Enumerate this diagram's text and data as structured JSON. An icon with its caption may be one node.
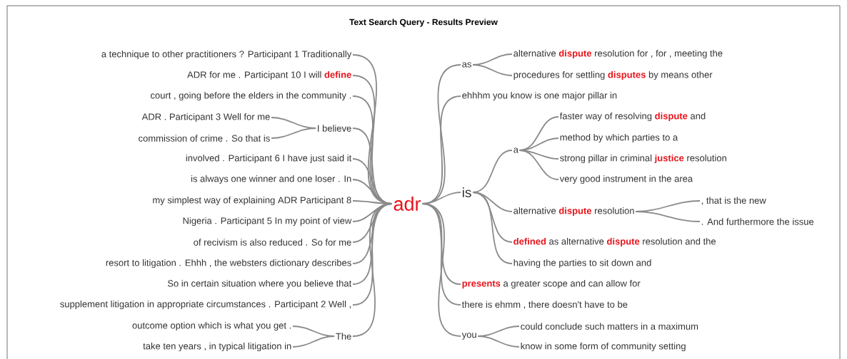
{
  "diagram": {
    "title": "Text Search Query - Results Preview",
    "nodes": [
      {
        "text": [
          "a technique to other practitioners ? Participant 1 Traditionally"
        ]
      },
      {
        "text": [
          "ADR for me . Participant 10 I will **define**"
        ]
      },
      {
        "text": [
          "court , going before the elders in the community ."
        ]
      },
      {
        "text": [
          "ADR . Participant 3 Well for me"
        ]
      },
      {
        "text": [
          "commission of crime . So that is"
        ]
      },
      {
        "text": [
          "I believe"
        ]
      },
      {
        "text": [
          "involved . Participant 6 I have just said it"
        ]
      },
      {
        "text": [
          "is always one winner and one loser . In"
        ]
      },
      {
        "text": [
          "my simplest way of explaining ADR Participant 8"
        ]
      },
      {
        "text": [
          "Nigeria . Participant 5 In my point of view"
        ]
      },
      {
        "text": [
          "of recivism is also reduced . So for me"
        ]
      },
      {
        "text": [
          "resort to litigation . Ehhh , the websters dictionary describes"
        ]
      },
      {
        "text": [
          "So in certain situation where you believe that"
        ]
      },
      {
        "text": [
          "supplement litigation in appropriate circumstances . Participant 2 Well ,"
        ]
      },
      {
        "text": [
          "outcome option which is what you get ."
        ]
      },
      {
        "text": [
          "take ten years , in typical litigation in"
        ]
      },
      {
        "text": [
          "The"
        ]
      },
      {
        "text": [
          "adr"
        ]
      },
      {
        "text": [
          "as"
        ]
      },
      {
        "text": [
          "alternative **dispute** resolution for , for , meeting the"
        ]
      },
      {
        "text": [
          "procedures for settling **disputes** by means other"
        ]
      },
      {
        "text": [
          "ehhhm you know is one major pillar in"
        ]
      },
      {
        "text": [
          "is"
        ]
      },
      {
        "text": [
          "a"
        ]
      },
      {
        "text": [
          "faster way of resolving **dispute** and"
        ]
      },
      {
        "text": [
          "method by which parties to a"
        ]
      },
      {
        "text": [
          "strong pillar in criminal **justice** resolution"
        ]
      },
      {
        "text": [
          "very good instrument in the area"
        ]
      },
      {
        "text": [
          "alternative **dispute** resolution"
        ]
      },
      {
        "text": [
          ", that is the new"
        ]
      },
      {
        "text": [
          ". And furthermore the issue"
        ]
      },
      {
        "text": [
          "**defined** as alternative **dispute** resolution and the"
        ]
      },
      {
        "text": [
          "having the parties to sit down and"
        ]
      },
      {
        "text": [
          "**presents** a greater scope and can allow for"
        ]
      },
      {
        "text": [
          "there is ehmm , there doesn't have to be"
        ]
      },
      {
        "text": [
          "you"
        ]
      },
      {
        "text": [
          "could conclude such matters in a maximum"
        ]
      },
      {
        "text": [
          "know in some form of community setting"
        ]
      }
    ],
    "edges": [
      {
        "from": 0,
        "to": 17,
        "arrow": "none"
      },
      {
        "from": 1,
        "to": 17,
        "arrow": "none"
      },
      {
        "from": 2,
        "to": 17,
        "arrow": "none"
      },
      {
        "from": 3,
        "to": 5,
        "arrow": "none"
      },
      {
        "from": 4,
        "to": 5,
        "arrow": "none"
      },
      {
        "from": 5,
        "to": 17,
        "arrow": "none"
      },
      {
        "from": 6,
        "to": 17,
        "arrow": "none"
      },
      {
        "from": 7,
        "to": 17,
        "arrow": "none"
      },
      {
        "from": 8,
        "to": 17,
        "arrow": "none"
      },
      {
        "from": 9,
        "to": 17,
        "arrow": "none"
      },
      {
        "from": 10,
        "to": 17,
        "arrow": "none"
      },
      {
        "from": 11,
        "to": 17,
        "arrow": "none"
      },
      {
        "from": 12,
        "to": 17,
        "arrow": "none"
      },
      {
        "from": 13,
        "to": 17,
        "arrow": "none"
      },
      {
        "from": 14,
        "to": 16,
        "arrow": "none"
      },
      {
        "from": 15,
        "to": 16,
        "arrow": "none"
      },
      {
        "from": 16,
        "to": 17,
        "arrow": "none"
      },
      {
        "from": 17,
        "to": 18,
        "arrow": "none"
      },
      {
        "from": 18,
        "to": 19,
        "arrow": "none"
      },
      {
        "from": 18,
        "to": 20,
        "arrow": "none"
      },
      {
        "from": 17,
        "to": 21,
        "arrow": "none"
      },
      {
        "from": 17,
        "to": 22,
        "arrow": "none"
      },
      {
        "from": 22,
        "to": 23,
        "arrow": "none"
      },
      {
        "from": 23,
        "to": 24,
        "arrow": "none"
      },
      {
        "from": 23,
        "to": 25,
        "arrow": "none"
      },
      {
        "from": 23,
        "to": 26,
        "arrow": "none"
      },
      {
        "from": 23,
        "to": 27,
        "arrow": "none"
      },
      {
        "from": 22,
        "to": 28,
        "arrow": "none"
      },
      {
        "from": 28,
        "to": 29,
        "arrow": "none"
      },
      {
        "from": 28,
        "to": 30,
        "arrow": "none"
      },
      {
        "from": 22,
        "to": 31,
        "arrow": "none"
      },
      {
        "from": 22,
        "to": 32,
        "arrow": "none"
      },
      {
        "from": 17,
        "to": 33,
        "arrow": "none"
      },
      {
        "from": 17,
        "to": 34,
        "arrow": "none"
      },
      {
        "from": 17,
        "to": 35,
        "arrow": "none"
      },
      {
        "from": 35,
        "to": 36,
        "arrow": "none"
      },
      {
        "from": 35,
        "to": 37,
        "arrow": "none"
      }
    ]
  }
}
